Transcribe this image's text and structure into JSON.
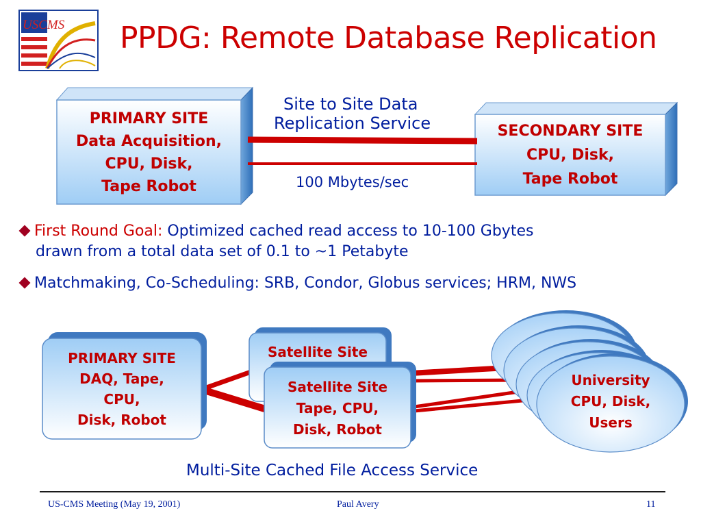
{
  "slide": {
    "title": "PPDG: Remote Database Replication",
    "logo_text": "USCMS"
  },
  "top_diagram": {
    "primary": [
      "PRIMARY SITE",
      "Data Acquisition,",
      "CPU, Disk,",
      "Tape Robot"
    ],
    "secondary": [
      "SECONDARY SITE",
      "CPU, Disk,",
      "Tape Robot"
    ],
    "service_label_1": "Site to Site Data",
    "service_label_2": "Replication Service",
    "rate_label": "100 Mbytes/sec"
  },
  "bullets": [
    {
      "prefix": "First Round Goal:",
      "text_line1": " Optimized cached read access to 10-100 Gbytes",
      "text_line2": "drawn from a total data set of 0.1 to ~1 Petabyte"
    },
    {
      "prefix": "",
      "text_line1": "Matchmaking, Co-Scheduling: SRB, Condor, Globus services; HRM, NWS"
    }
  ],
  "bottom_diagram": {
    "primary": [
      "PRIMARY SITE",
      "DAQ, Tape,",
      "CPU,",
      "Disk, Robot"
    ],
    "satellite_back": "Satellite Site",
    "satellite_front": [
      "Satellite Site",
      "Tape, CPU,",
      "Disk, Robot"
    ],
    "university": [
      "University",
      "CPU, Disk,",
      "Users"
    ],
    "caption": "Multi-Site Cached File Access Service"
  },
  "footer": {
    "left": "US-CMS Meeting (May 19, 2001)",
    "center": "Paul Avery",
    "page": "11"
  },
  "colors": {
    "title_red": "#cc0000",
    "box_text_red": "#c00000",
    "body_blue": "#001d9e",
    "connector_red": "#cc0000",
    "box_gradient_top": "#ffffff",
    "box_gradient_bottom": "#9fcdf5"
  }
}
